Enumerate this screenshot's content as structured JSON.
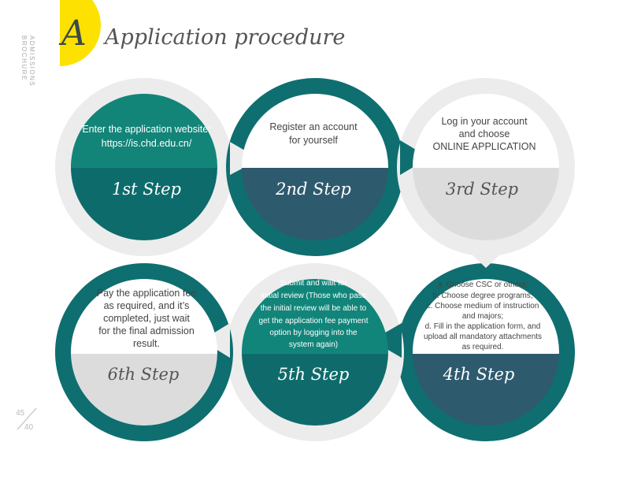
{
  "header": {
    "letter": "A",
    "title": "Application procedure",
    "side_label": [
      "ADMISSIONS",
      "BROCHURE"
    ]
  },
  "pages": {
    "left": "45",
    "right": "40"
  },
  "colors": {
    "teal": "#0f6e70",
    "gray_ring": "#ececec",
    "yellow": "#fde100",
    "dark_blue": "#2e5a6e"
  },
  "steps": [
    {
      "label": "1st Step",
      "lines": [
        "Enter the application website:",
        "https://is.chd.edu.cn/"
      ]
    },
    {
      "label": "2nd Step",
      "lines": [
        "Register an account",
        "for yourself"
      ]
    },
    {
      "label": "3rd Step",
      "lines": [
        "Log in your account",
        "and choose",
        "ONLINE APPLICATION"
      ]
    },
    {
      "label": "4th Step",
      "lines": [
        "a. Choose CSC or others;",
        "b. Choose degree programs;",
        "c. Choose medium of instruction",
        "and majors;",
        "d. Fill in the application form, and",
        "upload all mandatory attachments",
        "as required."
      ]
    },
    {
      "label": "5th Step",
      "lines": [
        "Submit and wait for",
        "initial review (Those who pass",
        "the initial review will be able to",
        "get the application fee payment",
        "option by logging into the",
        "system again)"
      ]
    },
    {
      "label": "6th Step",
      "lines": [
        "Pay the application fee",
        "as required, and it’s",
        "completed, just wait",
        "for the final admission",
        "result."
      ]
    }
  ]
}
